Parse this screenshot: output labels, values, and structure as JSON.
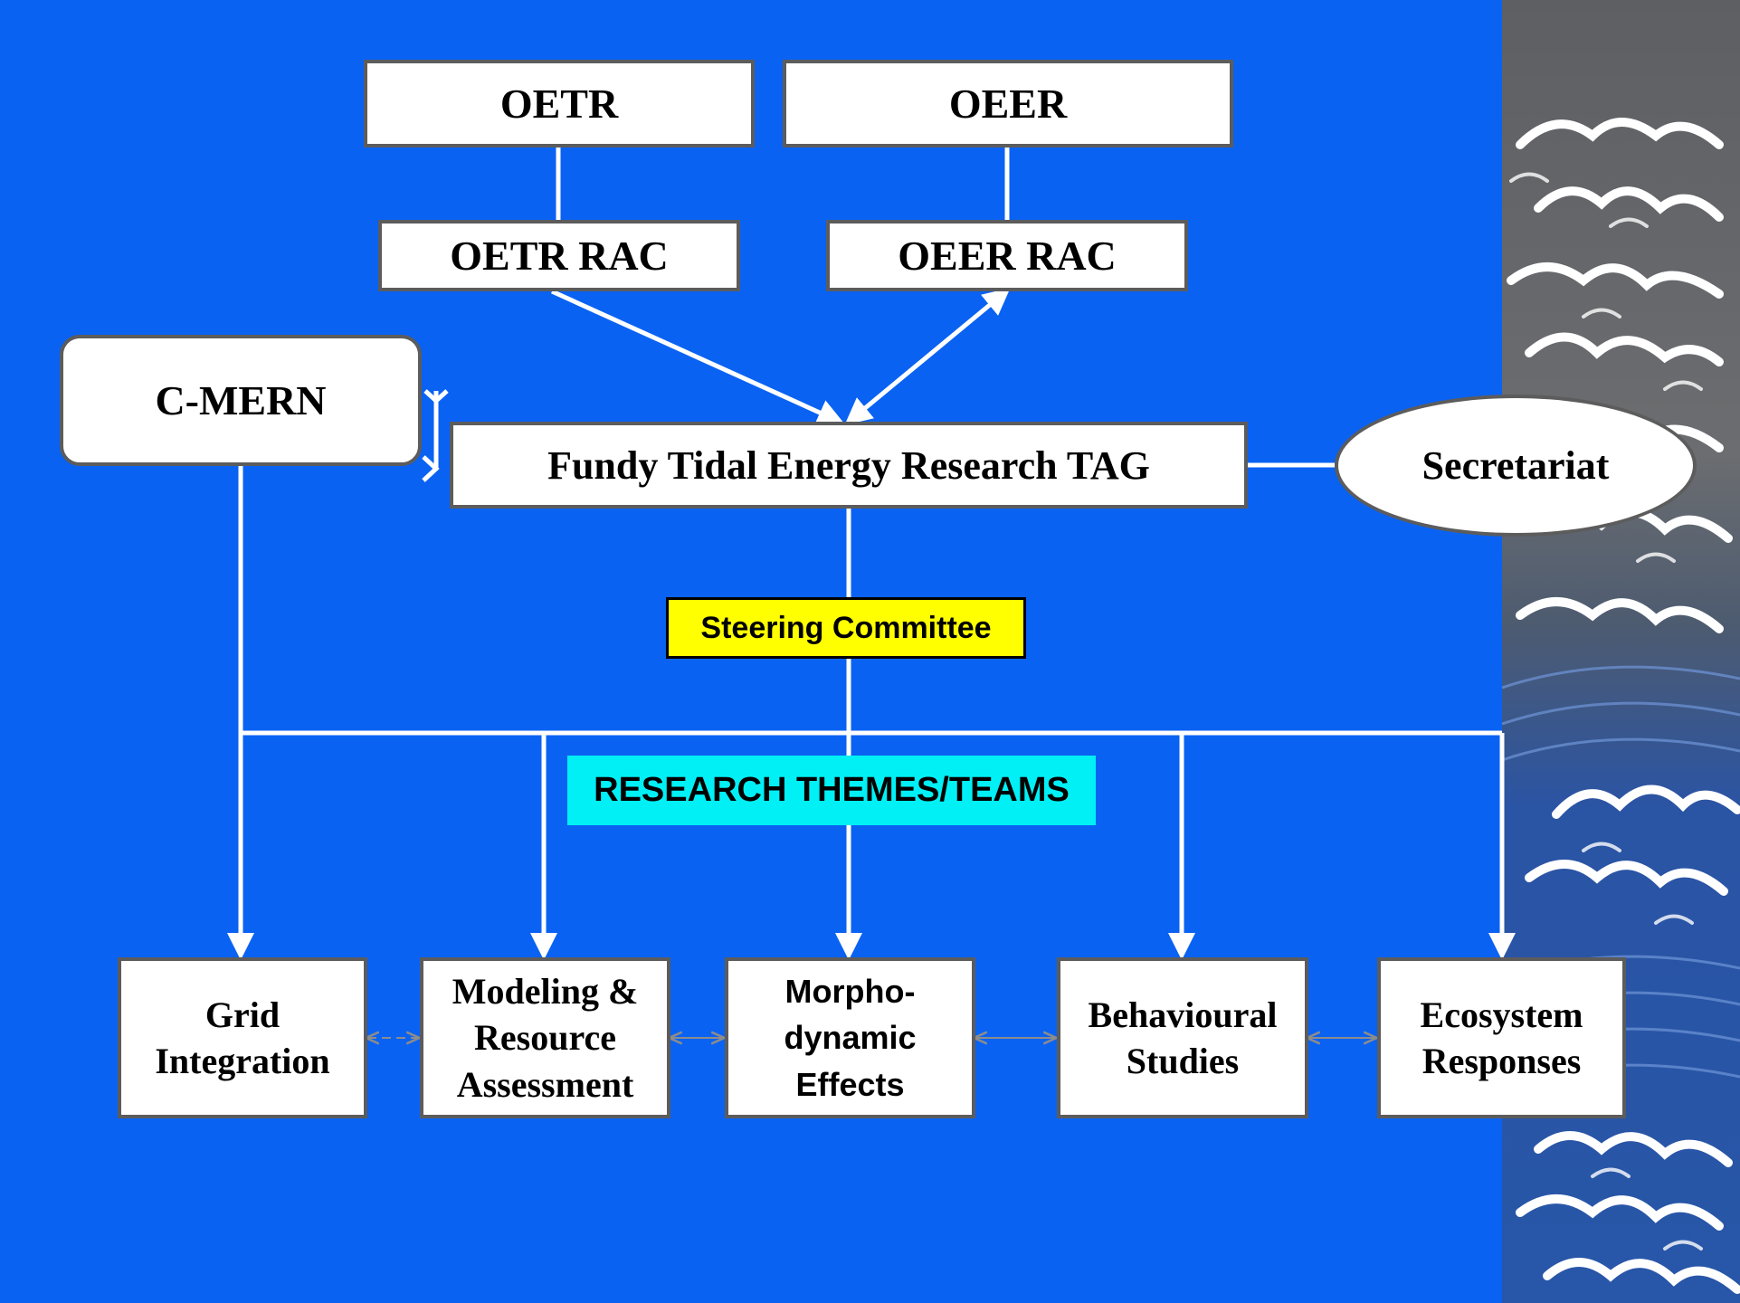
{
  "colors": {
    "background": "#0a62f2",
    "box_fill": "#ffffff",
    "box_border": "#5c5c5c",
    "connector": "#ffffff",
    "side_arrow": "#8c8c8c",
    "steering_fill": "#ffff00",
    "themes_fill": "#00f0f5"
  },
  "nodes": {
    "oetr": "OETR",
    "oeer": "OEER",
    "oetr_rac": "OETR RAC",
    "oeer_rac": "OEER RAC",
    "cmern": "C-MERN",
    "tag": "Fundy Tidal Energy Research TAG",
    "secretariat": "Secretariat"
  },
  "labels": {
    "steering": "Steering Committee",
    "themes": "RESEARCH THEMES/TEAMS"
  },
  "teams": [
    {
      "lines": [
        "Grid",
        "Integration"
      ]
    },
    {
      "lines": [
        "Modeling &",
        "Resource",
        "Assessment"
      ]
    },
    {
      "lines": [
        "Morpho-",
        "dynamic",
        "Effects"
      ]
    },
    {
      "lines": [
        "Behavioural",
        "Studies"
      ]
    },
    {
      "lines": [
        "Ecosystem",
        "Responses"
      ]
    }
  ]
}
